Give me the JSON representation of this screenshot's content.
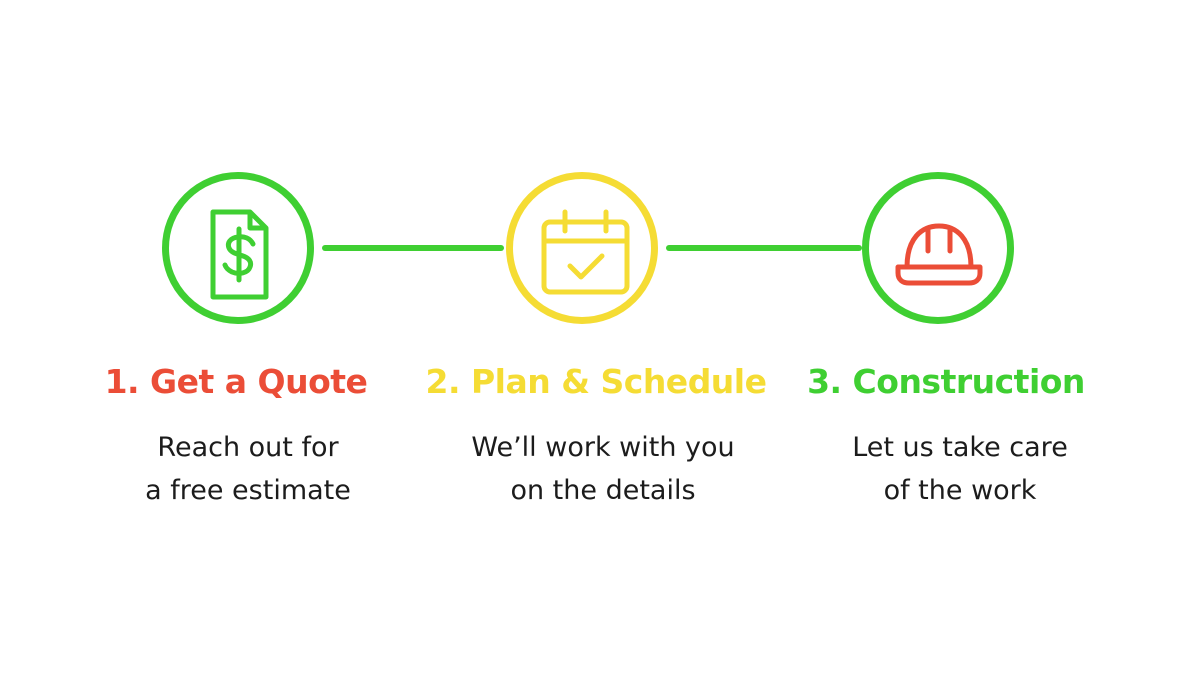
{
  "colors": {
    "red": "#eb4d37",
    "yellow": "#f5dc34",
    "green": "#3fcf32",
    "text": "#1c1c1c"
  },
  "steps": [
    {
      "title": "1. Get a Quote",
      "line1": "Reach out for",
      "line2": "a free estimate",
      "icon": "dollar-document-icon",
      "circle_color": "green",
      "icon_color": "green",
      "title_color": "red"
    },
    {
      "title": "2. Plan & Schedule",
      "line1": "We’ll work with you",
      "line2": "on the details",
      "icon": "calendar-check-icon",
      "circle_color": "yellow",
      "icon_color": "yellow",
      "title_color": "yellow"
    },
    {
      "title": "3. Construction",
      "line1": "Let us take care",
      "line2": "of the work",
      "icon": "hard-hat-icon",
      "circle_color": "green",
      "icon_color": "red",
      "title_color": "green"
    }
  ],
  "connectors": [
    {
      "color": "green"
    },
    {
      "color": "green"
    }
  ]
}
